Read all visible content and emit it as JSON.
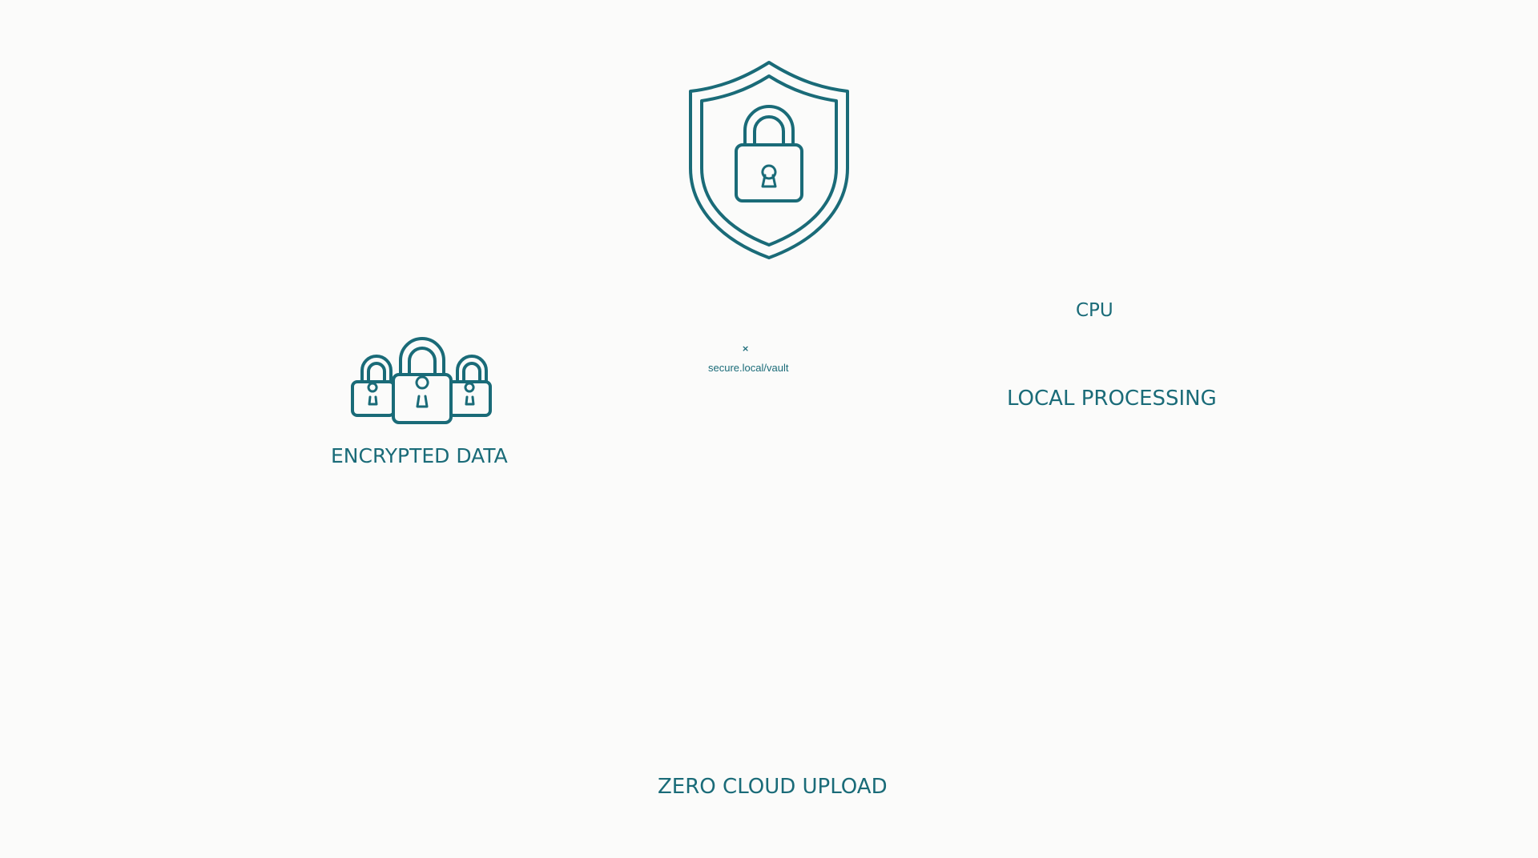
{
  "diagram": {
    "theme": {
      "stroke_color": "#1a6b78",
      "background": "#fbfbfa"
    },
    "center": {
      "device": "laptop",
      "browser": {
        "url": "secure.local/vault",
        "tab_close_glyph": "×",
        "icons": [
          "window-dots-icon",
          "back-arrow-icon",
          "forward-arrow-icon",
          "reload-icon",
          "padlock-icon",
          "menu-icon"
        ],
        "content_icon": "padlock-icon"
      }
    },
    "nodes": [
      {
        "id": "shield",
        "icon": "shield-lock-icon",
        "label": ""
      },
      {
        "id": "encrypted",
        "icon": "three-padlocks-icon",
        "label": "ENCRYPTED DATA"
      },
      {
        "id": "local",
        "icon": "cpu-gears-icon",
        "label": "LOCAL PROCESSING",
        "chip_text": "CPU"
      },
      {
        "id": "phone",
        "icon": "phone-lock-usb-icon",
        "label": ""
      },
      {
        "id": "cloud",
        "icon": "crossed-cloud-icon",
        "label": "ZERO CLOUD UPLOAD"
      }
    ]
  }
}
